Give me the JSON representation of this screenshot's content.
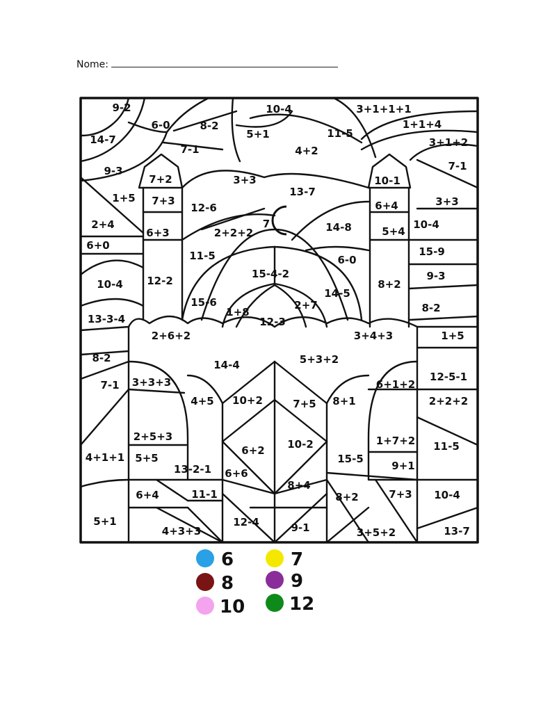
{
  "header": {
    "name_label": "Nome:"
  },
  "colors": {
    "ink": "#111111",
    "blue": "#2aa0e6",
    "yellow": "#f5e800",
    "darkred": "#7a1414",
    "purple": "#8a2d9a",
    "pink": "#f4a3ee",
    "green": "#0e8a1a"
  },
  "cells": [
    "9-2",
    "6-0",
    "8-2",
    "10-4",
    "3+1+1+1",
    "1+1+4",
    "14-7",
    "7-1",
    "5+1",
    "11-5",
    "4+2",
    "3+1+2",
    "9-3",
    "7+2",
    "3+3",
    "13-7",
    "10-1",
    "7-1",
    "1+5",
    "7+3",
    "12-6",
    "7",
    "6+4",
    "3+3",
    "2+4",
    "6+3",
    "2+2+2",
    "14-8",
    "5+4",
    "10-4",
    "6+0",
    "11-5",
    "6-0",
    "15-9",
    "9-3",
    "10-4",
    "12-2",
    "15-4-2",
    "14-5",
    "8+2",
    "15-6",
    "1+8",
    "2+7",
    "8-2",
    "13-3-4",
    "12-3",
    "2+6+2",
    "3+4+3",
    "1+5",
    "8-2",
    "14-4",
    "5+3+2",
    "12-5-1",
    "7-1",
    "3+3+3",
    "6+1+2",
    "4+5",
    "10+2",
    "7+5",
    "8+1",
    "2+2+2",
    "2+5+3",
    "1+7+2",
    "11-5",
    "10-2",
    "6+2",
    "4+1+1",
    "5+5",
    "15-5",
    "9+1",
    "13-2-1",
    "6+6",
    "8+4",
    "6+4",
    "11-1",
    "8+2",
    "7+3",
    "10-4",
    "5+1",
    "12-4",
    "4+3+3",
    "9-1",
    "3+5+2",
    "13-7"
  ],
  "legend": [
    {
      "value": "6",
      "color_key": "blue"
    },
    {
      "value": "7",
      "color_key": "yellow"
    },
    {
      "value": "8",
      "color_key": "darkred"
    },
    {
      "value": "9",
      "color_key": "purple"
    },
    {
      "value": "10",
      "color_key": "pink"
    },
    {
      "value": "12",
      "color_key": "green"
    }
  ]
}
